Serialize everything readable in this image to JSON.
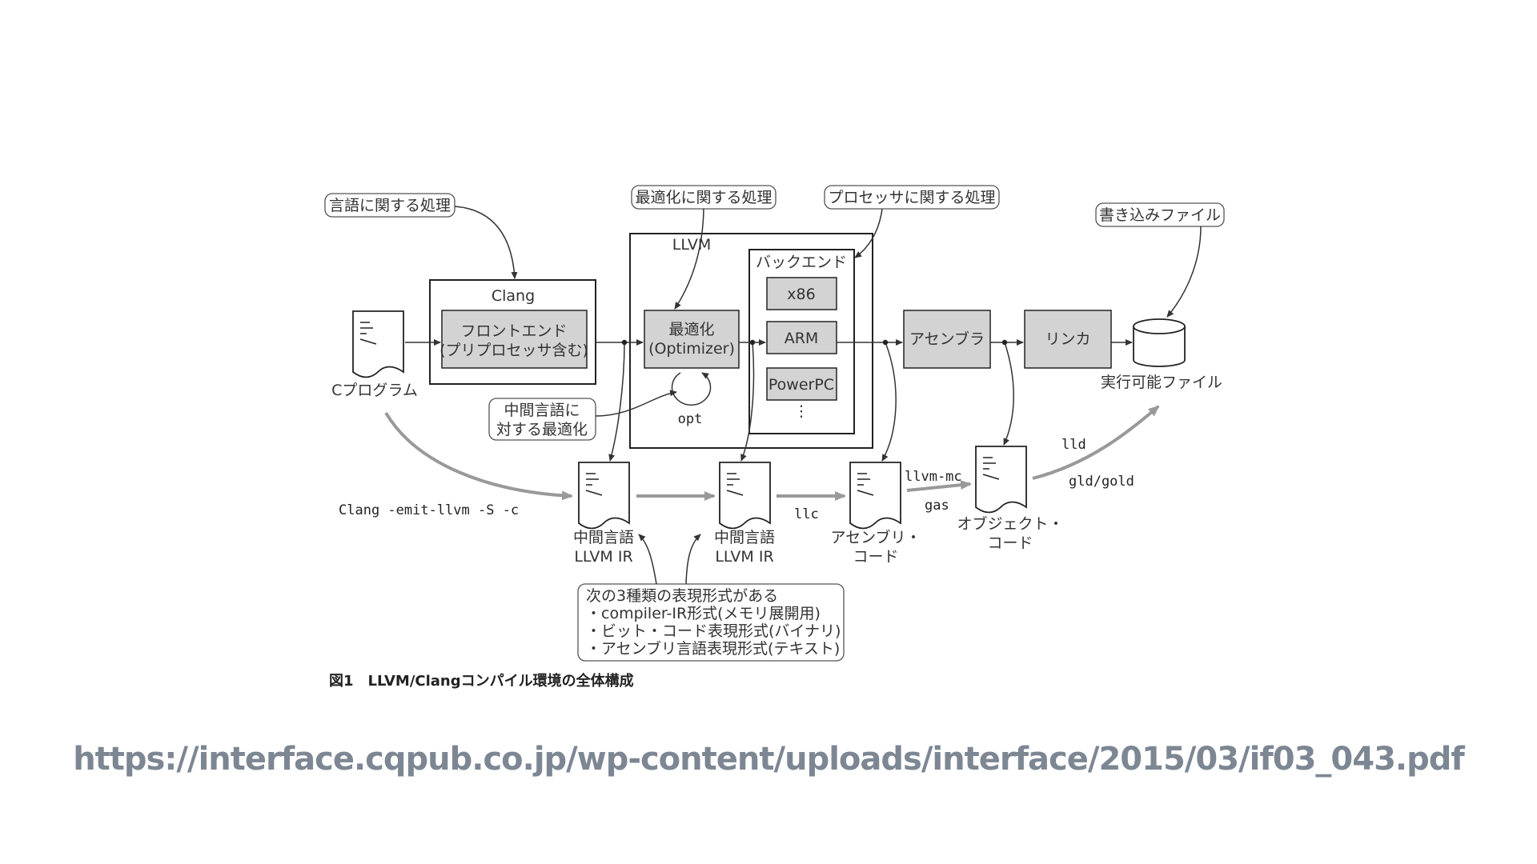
{
  "notes": {
    "language": "言語に関する処理",
    "optimize": "最適化に関する処理",
    "processor": "プロセッサに関する処理",
    "write_file": "書き込みファイル",
    "ir_opt_line1": "中間言語に",
    "ir_opt_line2": "対する最適化",
    "formats_line1": "次の3種類の表現形式がある",
    "formats_line2": "・compiler-IR形式(メモリ展開用)",
    "formats_line3": "・ビット・コード表現形式(バイナリ)",
    "formats_line4": "・アセンブリ言語表現形式(テキスト)"
  },
  "blocks": {
    "clang": "Clang",
    "frontend_line1": "フロントエンド",
    "frontend_line2": "(プリプロセッサ含む)",
    "llvm": "LLVM",
    "optimizer_line1": "最適化",
    "optimizer_line2": "(Optimizer)",
    "opt": "opt",
    "backend": "バックエンド",
    "x86": "x86",
    "arm": "ARM",
    "powerpc": "PowerPC",
    "more": "⋮",
    "assembler": "アセンブラ",
    "linker": "リンカ",
    "executable": "実行可能ファイル"
  },
  "documents": {
    "c_program": "Cプログラム",
    "ir1_line1": "中間言語",
    "ir1_line2": "LLVM IR",
    "ir2_line1": "中間言語",
    "ir2_line2": "LLVM IR",
    "asm_line1": "アセンブリ・",
    "asm_line2": "コード",
    "obj_line1": "オブジェクト・",
    "obj_line2": "コード"
  },
  "commands": {
    "emit": "Clang -emit-llvm -S -c",
    "llc": "llc",
    "llvm_mc": "llvm-mc",
    "gas": "gas",
    "lld": "lld",
    "gld": "gld/gold"
  },
  "caption": "図1　LLVM/Clangコンパイル環境の全体構成",
  "url": "https://interface.cqpub.co.jp/wp-content/uploads/interface/2015/03/if03_043.pdf"
}
